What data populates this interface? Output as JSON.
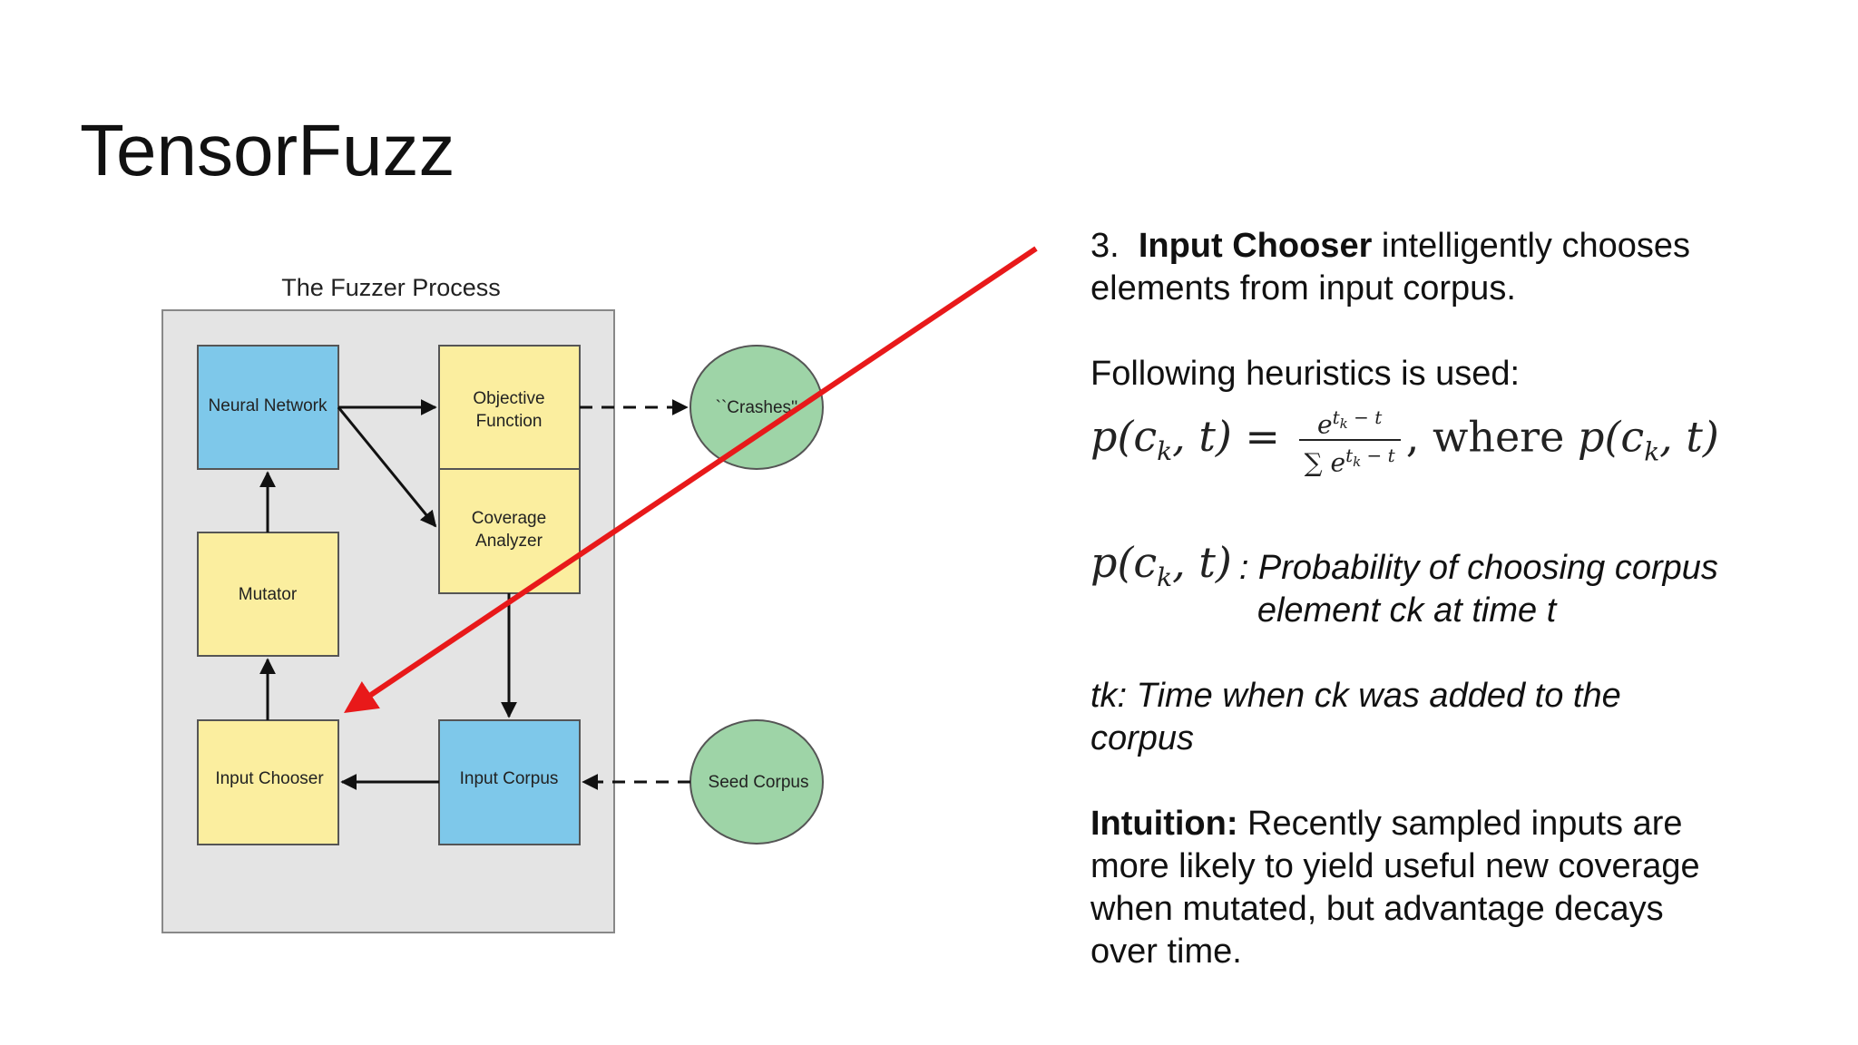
{
  "slide": {
    "title": "TensorFuzz"
  },
  "diagram": {
    "caption": "The Fuzzer Process",
    "nodes": {
      "neural_network": "Neural Network",
      "objective_function_line1": "Objective",
      "objective_function_line2": "Function",
      "coverage_analyzer_line1": "Coverage",
      "coverage_analyzer_line2": "Analyzer",
      "mutator": "Mutator",
      "input_chooser": "Input Chooser",
      "input_corpus": "Input Corpus",
      "crashes": "``Crashes''",
      "seed_corpus": "Seed Corpus"
    },
    "colors": {
      "blue": "#7ec8ea",
      "yellow": "#fbee9f",
      "green": "#9ed4a7",
      "panel": "#e4e4e4",
      "highlight_arrow": "#e8191a"
    }
  },
  "panel": {
    "item_number": "3.",
    "item_bold": "Input Chooser",
    "item_rest_1": " intelligently chooses",
    "item_rest_2": "elements from input corpus.",
    "heuristics": "Following heuristics is used:",
    "formula_lhs": "p(c",
    "formula_sub": "k",
    "formula_lhs_end": ", t) =",
    "formula_num": "e^(t_k − t)",
    "formula_den": "∑ e^(t_k − t)",
    "formula_where": ", where p(c_k, t)",
    "def_symbol": "p(c_k, t)",
    "def_text_1": ": Probability of choosing corpus",
    "def_text_2": "element ck at time t",
    "tk_text_1": "tk: Time when ck was added to the",
    "tk_text_2": "corpus",
    "intuition_bold": "Intuition:",
    "intuition_1": " Recently sampled inputs are",
    "intuition_2": "more likely to yield useful new coverage",
    "intuition_3": "when mutated, but advantage decays",
    "intuition_4": "over time."
  }
}
